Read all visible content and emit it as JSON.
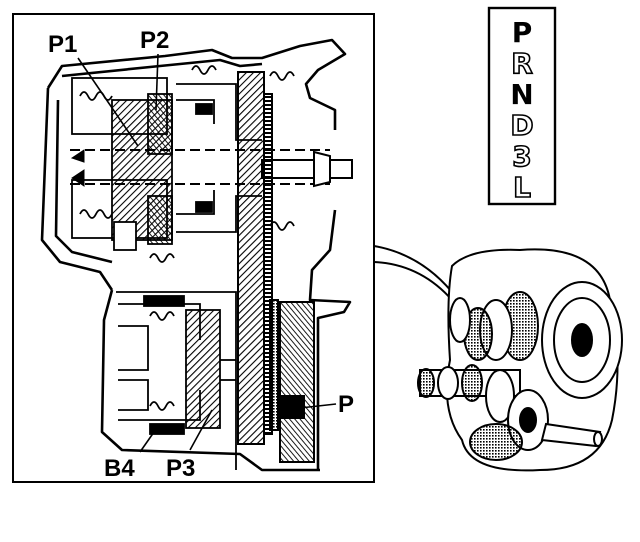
{
  "labels": {
    "p1": "P1",
    "p2": "P2",
    "p": "P",
    "b4": "B4",
    "p3": "P3"
  },
  "selector": {
    "positions": [
      "P",
      "R",
      "N",
      "D",
      "3",
      "L"
    ],
    "active": [
      "P",
      "N"
    ]
  },
  "colors": {
    "ink": "#000000",
    "paper": "#ffffff"
  }
}
